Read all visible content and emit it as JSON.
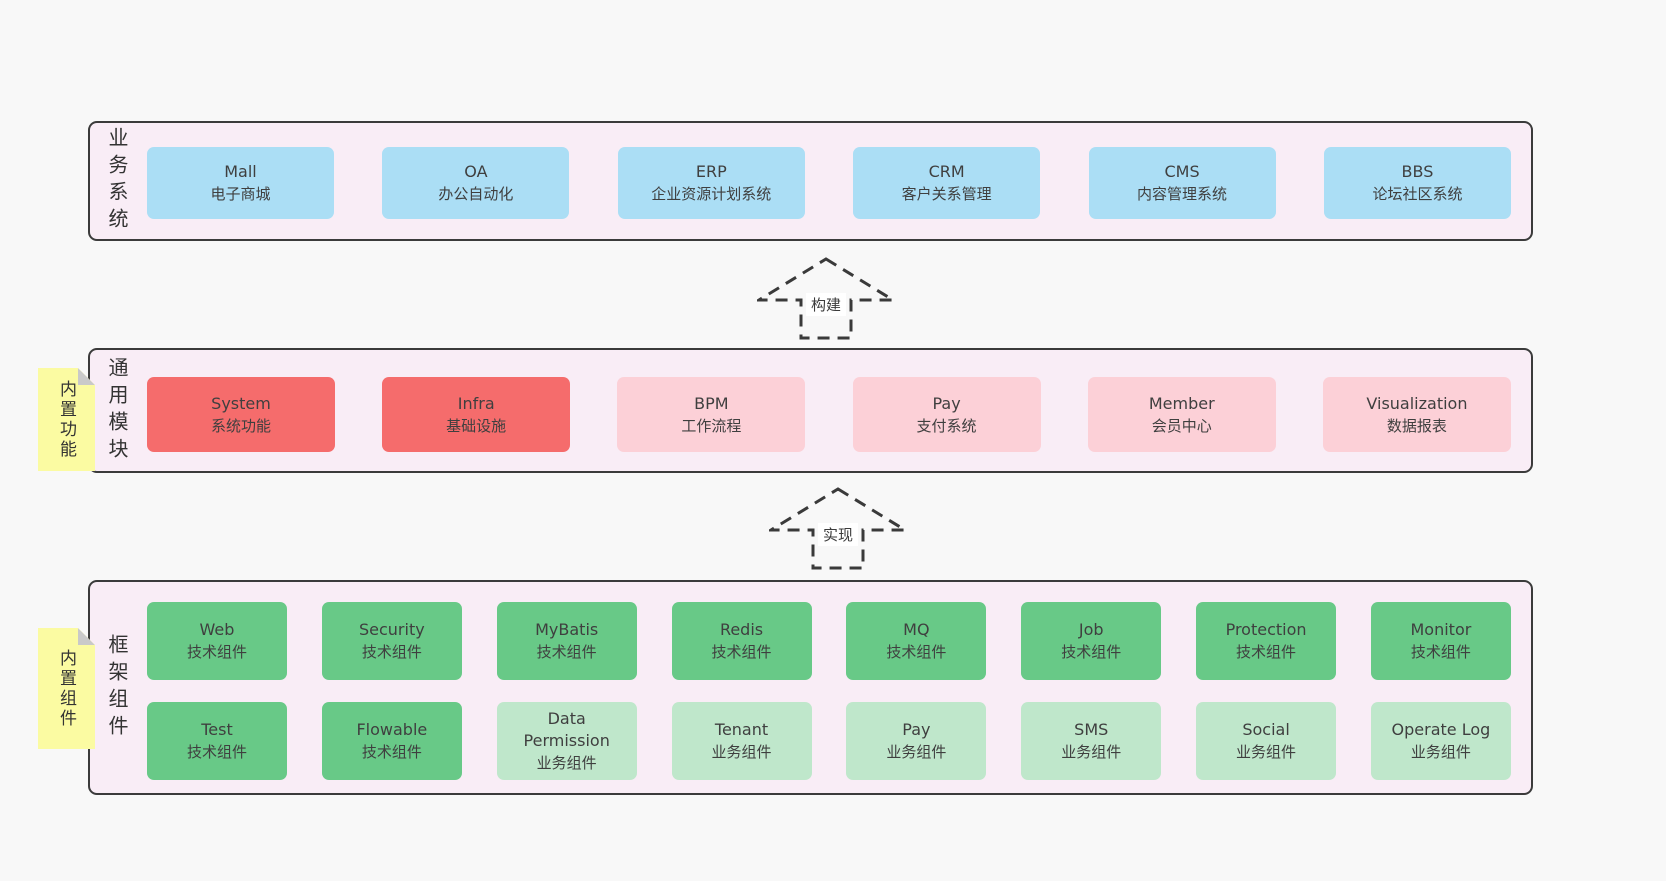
{
  "colors": {
    "page_bg": "#f8f8f8",
    "layer_bg": "#f9edf6",
    "layer_border": "#3b3b3b",
    "blue": "#abdef5",
    "red": "#f56c6c",
    "pink": "#fcd0d7",
    "green": "#68c987",
    "light_green": "#bfe7cb",
    "sticky_yellow": "#fbfba2",
    "sticky_fold": "#c9c9c9",
    "text": "#3f3f3f"
  },
  "layers": {
    "business": {
      "label": "业务系统",
      "boxes": [
        {
          "name": "Mall",
          "desc": "电子商城"
        },
        {
          "name": "OA",
          "desc": "办公自动化"
        },
        {
          "name": "ERP",
          "desc": "企业资源计划系统"
        },
        {
          "name": "CRM",
          "desc": "客户关系管理"
        },
        {
          "name": "CMS",
          "desc": "内容管理系统"
        },
        {
          "name": "BBS",
          "desc": "论坛社区系统"
        }
      ]
    },
    "modules": {
      "sticky": "内置功能",
      "label": "通用模块",
      "boxes": [
        {
          "name": "System",
          "desc": "系统功能"
        },
        {
          "name": "Infra",
          "desc": "基础设施"
        },
        {
          "name": "BPM",
          "desc": "工作流程"
        },
        {
          "name": "Pay",
          "desc": "支付系统"
        },
        {
          "name": "Member",
          "desc": "会员中心"
        },
        {
          "name": "Visualization",
          "desc": "数据报表"
        }
      ]
    },
    "components": {
      "sticky": "内置组件",
      "label": "框架组件",
      "rows": [
        [
          {
            "name": "Web",
            "desc": "技术组件"
          },
          {
            "name": "Security",
            "desc": "技术组件"
          },
          {
            "name": "MyBatis",
            "desc": "技术组件"
          },
          {
            "name": "Redis",
            "desc": "技术组件"
          },
          {
            "name": "MQ",
            "desc": "技术组件"
          },
          {
            "name": "Job",
            "desc": "技术组件"
          },
          {
            "name": "Protection",
            "desc": "技术组件"
          },
          {
            "name": "Monitor",
            "desc": "技术组件"
          }
        ],
        [
          {
            "name": "Test",
            "desc": "技术组件"
          },
          {
            "name": "Flowable",
            "desc": "技术组件"
          },
          {
            "name": "Data Permission",
            "desc": "业务组件"
          },
          {
            "name": "Tenant",
            "desc": "业务组件"
          },
          {
            "name": "Pay",
            "desc": "业务组件"
          },
          {
            "name": "SMS",
            "desc": "业务组件"
          },
          {
            "name": "Social",
            "desc": "业务组件"
          },
          {
            "name": "Operate Log",
            "desc": "业务组件"
          }
        ]
      ]
    }
  },
  "arrows": [
    {
      "label": "构建"
    },
    {
      "label": "实现"
    }
  ]
}
